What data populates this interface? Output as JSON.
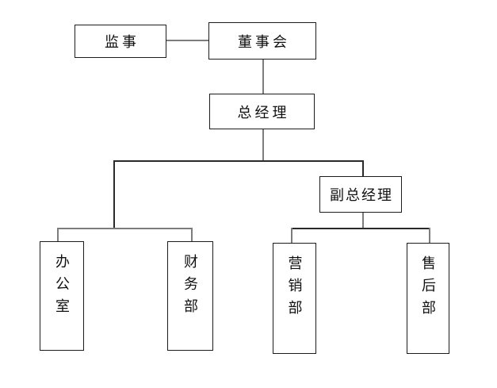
{
  "diagram": {
    "type": "org-chart",
    "language": "zh-CN",
    "colors": {
      "background": "#ffffff",
      "box_border": "#1c1c1c",
      "box_fill": "#ffffff",
      "connector_gray": "#7d7d7d",
      "connector_dark": "#2a2a2a",
      "text": "#111111"
    },
    "nodes": [
      {
        "id": "supervisor",
        "label": "监事",
        "orientation": "horizontal"
      },
      {
        "id": "board-of-directors",
        "label": "董事会",
        "orientation": "horizontal"
      },
      {
        "id": "general-manager",
        "label": "总经理",
        "orientation": "horizontal"
      },
      {
        "id": "deputy-general-manager",
        "label": "副总经理",
        "orientation": "horizontal"
      },
      {
        "id": "office",
        "label": "办公室",
        "orientation": "vertical"
      },
      {
        "id": "finance-department",
        "label": "财务部",
        "orientation": "vertical"
      },
      {
        "id": "marketing-department",
        "label": "营销部",
        "orientation": "vertical"
      },
      {
        "id": "after-sales-department",
        "label": "售后部",
        "orientation": "vertical"
      }
    ],
    "edges": [
      {
        "from": "board-of-directors",
        "to": "supervisor",
        "style": "lateral"
      },
      {
        "from": "board-of-directors",
        "to": "general-manager",
        "style": "down"
      },
      {
        "from": "general-manager",
        "to": "office",
        "style": "down"
      },
      {
        "from": "general-manager",
        "to": "finance-department",
        "style": "down"
      },
      {
        "from": "general-manager",
        "to": "deputy-general-manager",
        "style": "down"
      },
      {
        "from": "deputy-general-manager",
        "to": "marketing-department",
        "style": "down"
      },
      {
        "from": "deputy-general-manager",
        "to": "after-sales-department",
        "style": "down"
      }
    ]
  }
}
